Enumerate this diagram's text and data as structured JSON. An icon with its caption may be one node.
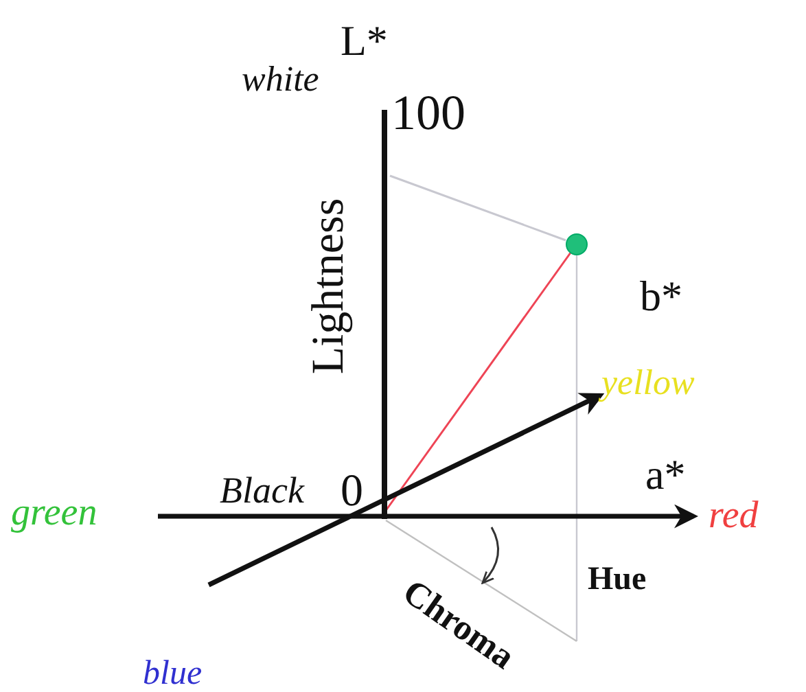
{
  "diagram": {
    "labels": [
      "L*",
      "white",
      "100",
      "Lightness",
      "b*",
      "yellow",
      "a*",
      "green",
      "Black",
      "0",
      "red",
      "Hue",
      "Chroma",
      "blue"
    ]
  }
}
